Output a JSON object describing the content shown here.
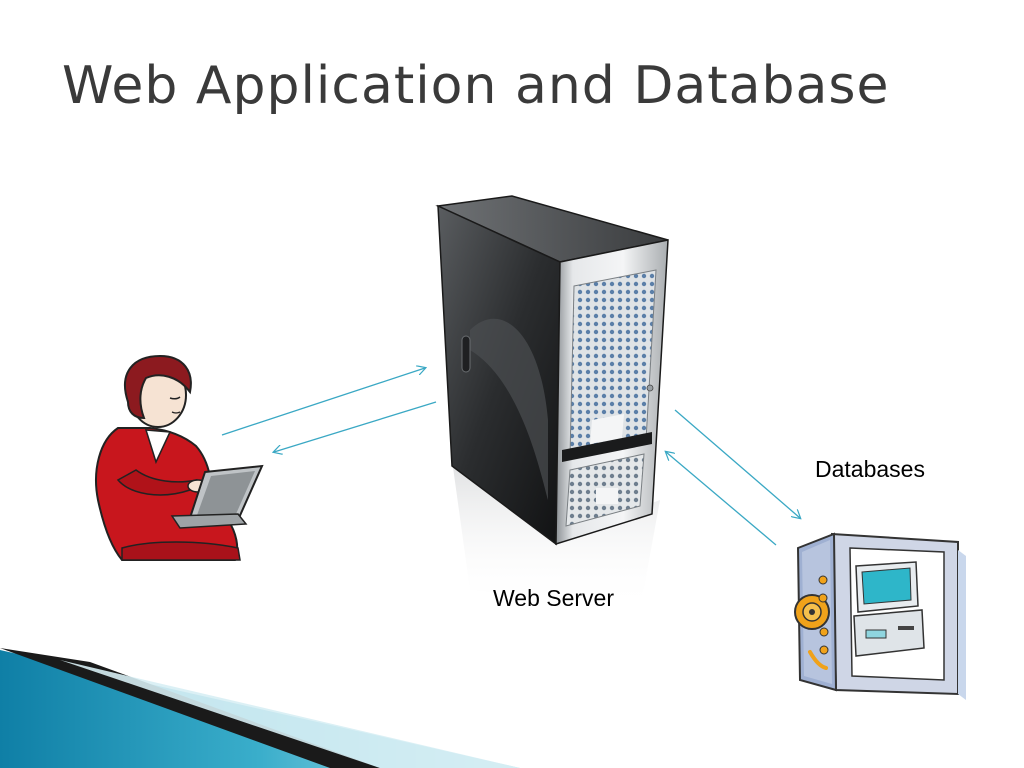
{
  "slide": {
    "title": "Web Application and Database",
    "labels": {
      "databases": "Databases",
      "web_server": "Web Server"
    }
  },
  "icons": {
    "user": "woman-at-laptop-icon",
    "server": "server-tower-icon",
    "database": "database-safe-icon"
  },
  "colors": {
    "arrow": "#3aa8c4",
    "accent_band": "#1f8fb4",
    "title": "#3a3a3a"
  }
}
